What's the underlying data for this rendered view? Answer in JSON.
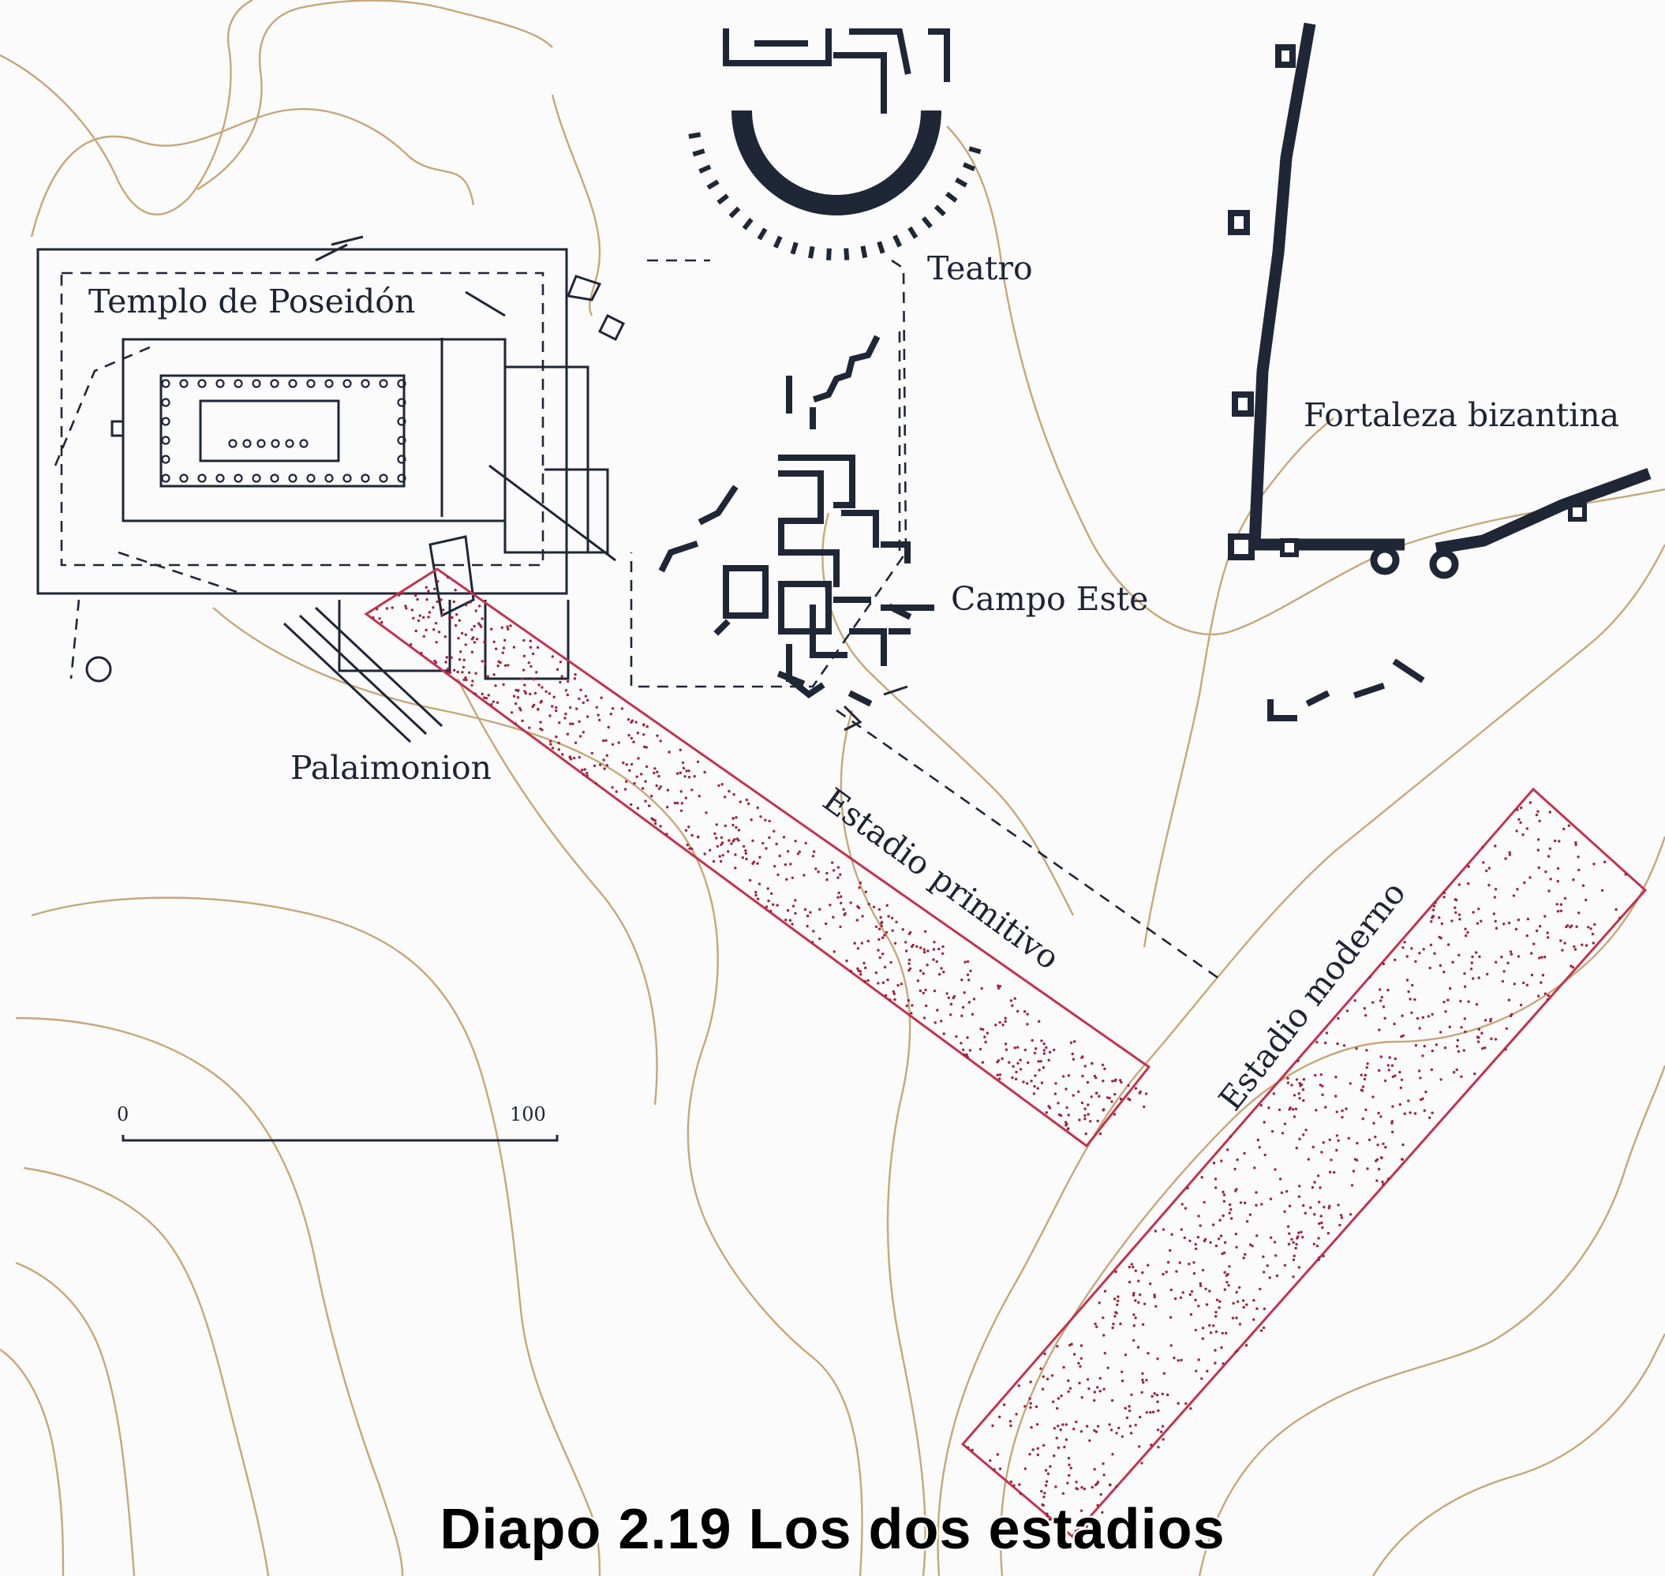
{
  "labels": {
    "temple": "Templo de Poseidón",
    "theatre": "Teatro",
    "fortress": "Fortaleza bizantina",
    "east_field": "Campo Este",
    "palaimonion": "Palaimonion",
    "early_stadium": "Estadio primitivo",
    "modern_stadium": "Estadio moderno"
  },
  "scale": {
    "start": "0",
    "end": "100"
  },
  "caption": "Diapo 2.19 Los dos estadios",
  "colors": {
    "contour": "#c7a778",
    "walls": "#1f2636",
    "stadium": "#c2334f",
    "background": "#fbfbfb"
  }
}
